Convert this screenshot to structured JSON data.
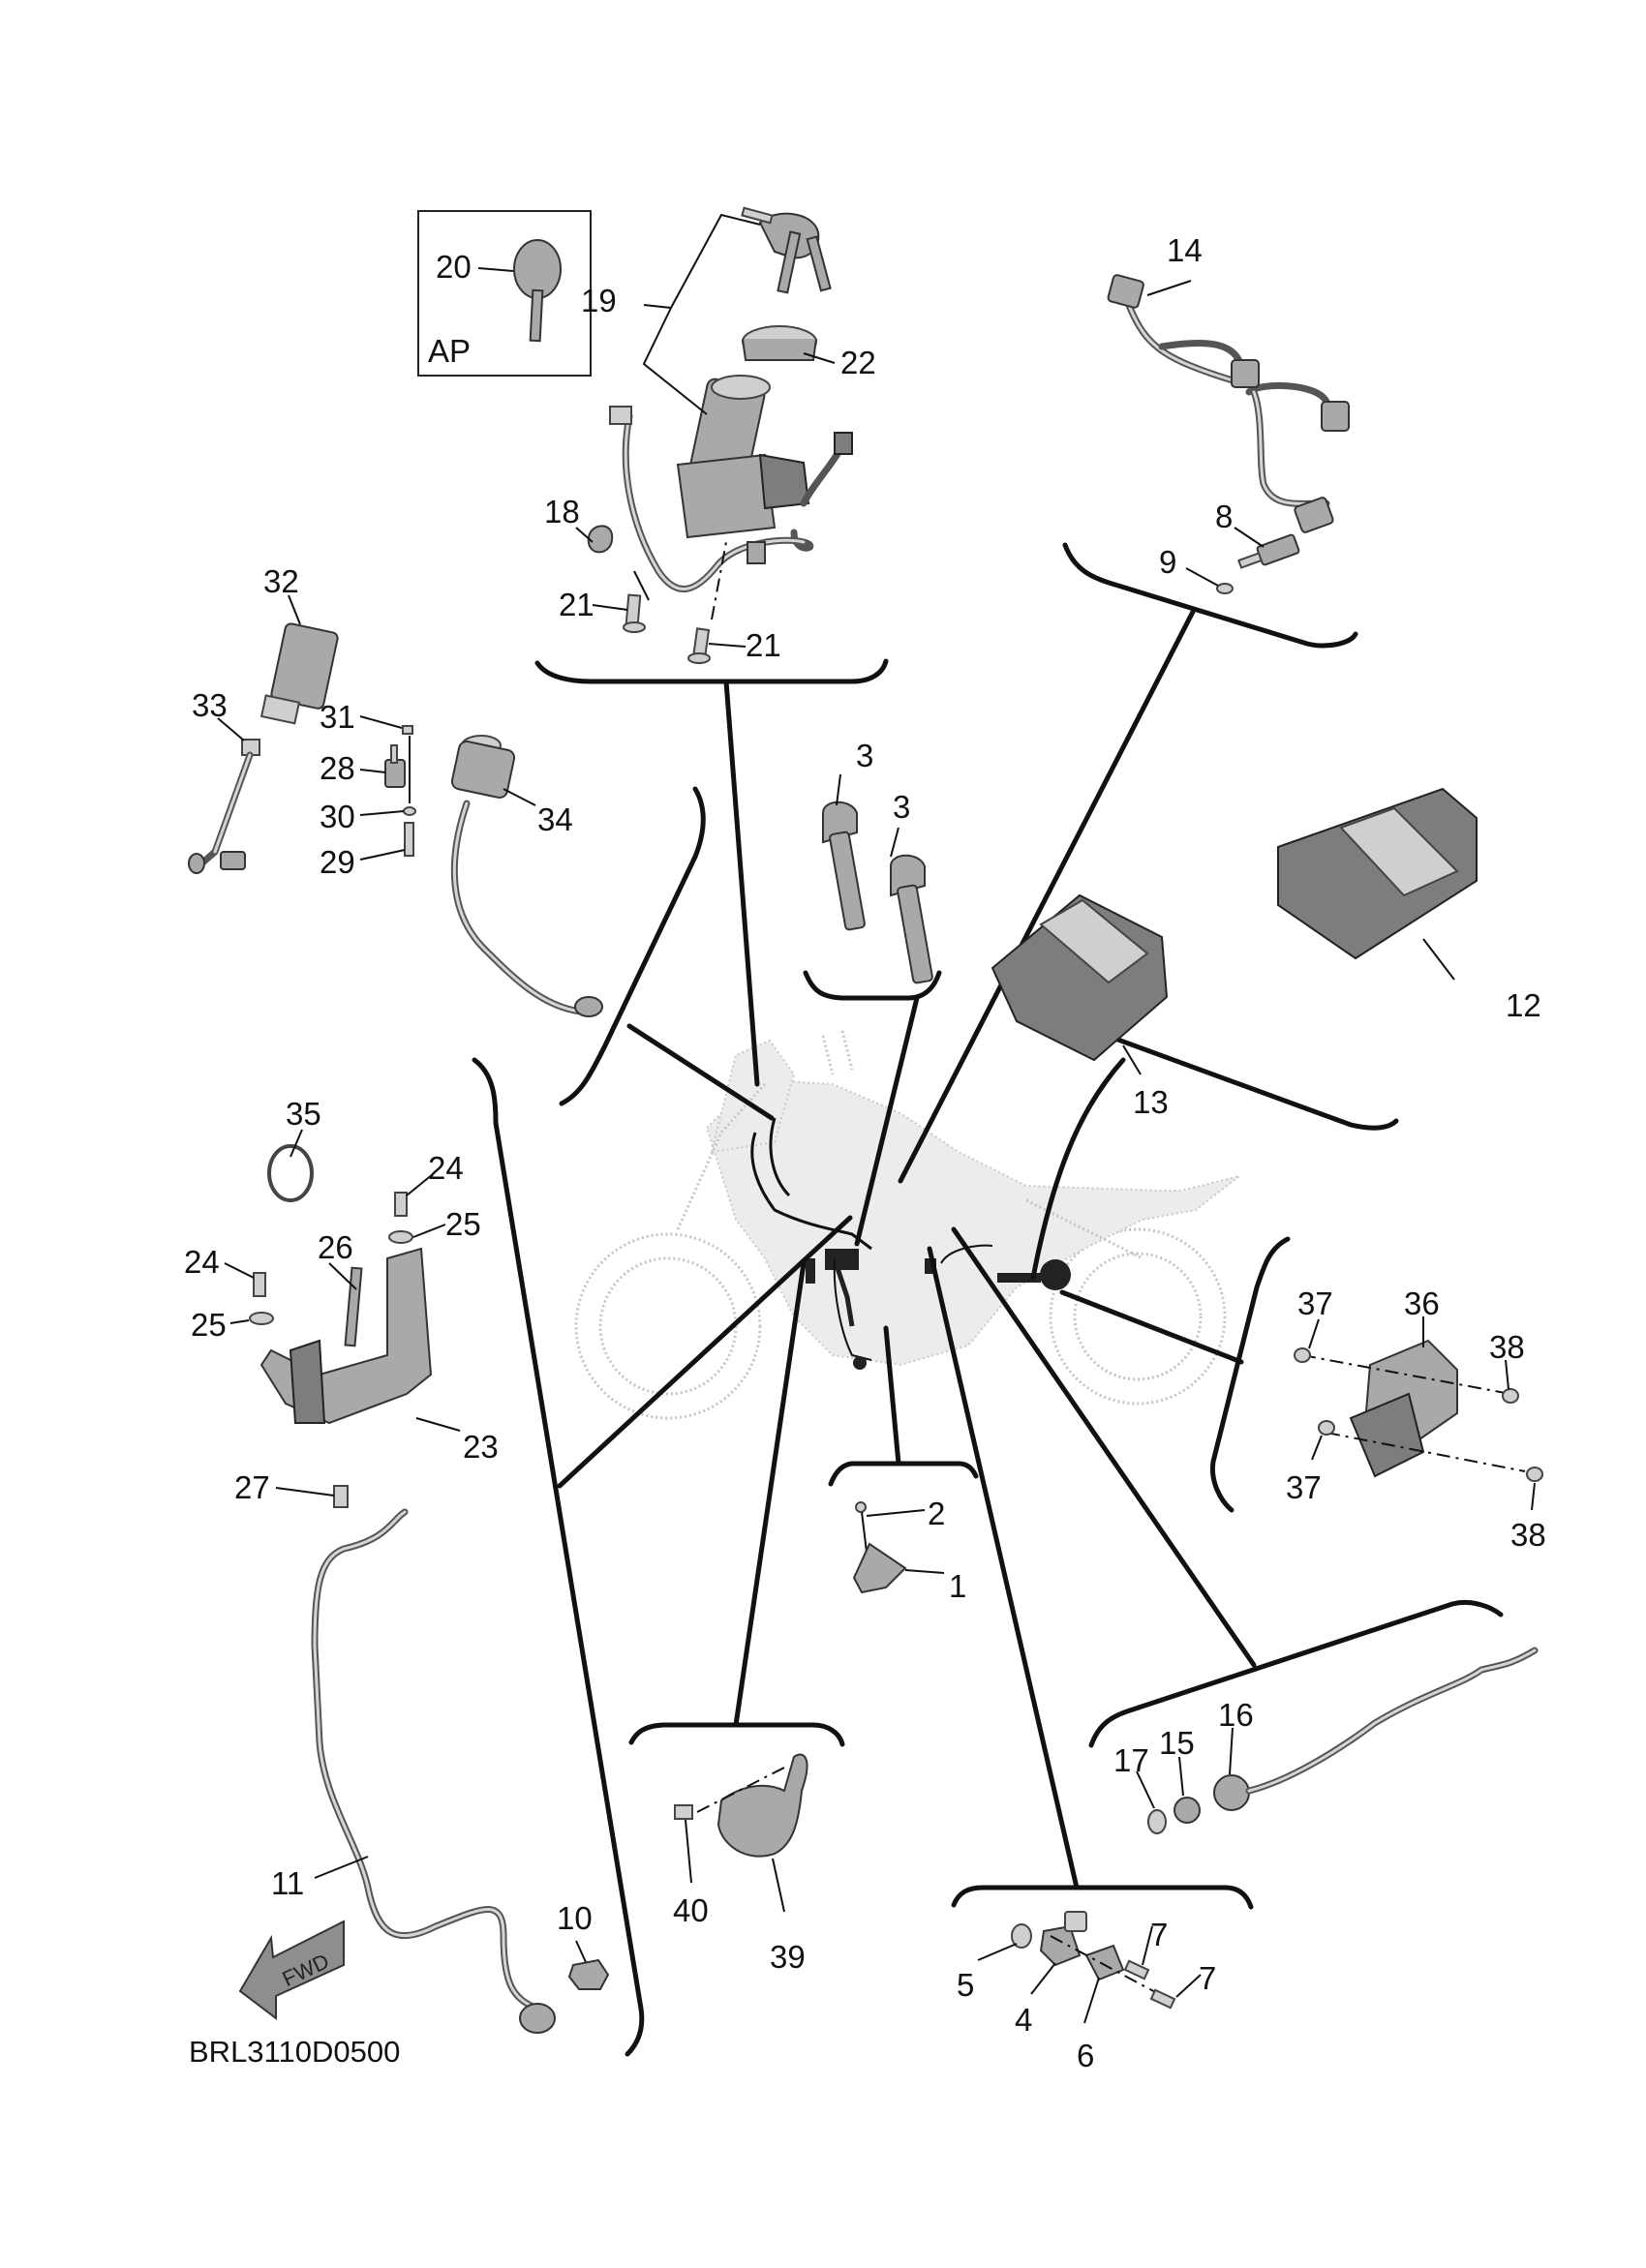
{
  "diagram": {
    "title": "Electrical parts exploded view",
    "caption": "BRL3110D0500",
    "inset_box_label": "AP",
    "direction_arrow_label": "FWD",
    "callouts": {
      "c1": "1",
      "c2": "2",
      "c3a": "3",
      "c3b": "3",
      "c4": "4",
      "c5": "5",
      "c6": "6",
      "c7a": "7",
      "c7b": "7",
      "c8": "8",
      "c9": "9",
      "c10": "10",
      "c11": "11",
      "c12": "12",
      "c13": "13",
      "c14": "14",
      "c15": "15",
      "c16": "16",
      "c17": "17",
      "c18": "18",
      "c19": "19",
      "c20": "20",
      "c21a": "21",
      "c21b": "21",
      "c22": "22",
      "c23": "23",
      "c24a": "24",
      "c24b": "24",
      "c25a": "25",
      "c25b": "25",
      "c26": "26",
      "c27": "27",
      "c28": "28",
      "c29": "29",
      "c30": "30",
      "c31": "31",
      "c32": "32",
      "c33": "33",
      "c34": "34",
      "c35": "35",
      "c36": "36",
      "c37a": "37",
      "c37b": "37",
      "c38a": "38",
      "c38b": "38",
      "c39": "39",
      "c40": "40"
    },
    "groups": [
      {
        "name": "main-switch-group",
        "parts": [
          "18",
          "19",
          "20",
          "21",
          "22"
        ]
      },
      {
        "name": "sensor-harness-group",
        "parts": [
          "8",
          "9",
          "14"
        ]
      },
      {
        "name": "switch-sensor-group",
        "parts": [
          "28",
          "29",
          "30",
          "31",
          "32",
          "33",
          "34"
        ]
      },
      {
        "name": "ignition-coil-group",
        "parts": [
          "3"
        ]
      },
      {
        "name": "ecu-group",
        "parts": [
          "12",
          "13"
        ]
      },
      {
        "name": "bracket-sensor-group",
        "parts": [
          "10",
          "11",
          "23",
          "24",
          "25",
          "26",
          "27",
          "35"
        ]
      },
      {
        "name": "relay-unit-group",
        "parts": [
          "36",
          "37",
          "38"
        ]
      },
      {
        "name": "small-relay-group",
        "parts": [
          "1",
          "2"
        ]
      },
      {
        "name": "horn-group",
        "parts": [
          "39",
          "40"
        ]
      },
      {
        "name": "sensor-plug-group",
        "parts": [
          "15",
          "16",
          "17"
        ]
      },
      {
        "name": "crank-sensor-group",
        "parts": [
          "4",
          "5",
          "6",
          "7"
        ]
      }
    ]
  }
}
